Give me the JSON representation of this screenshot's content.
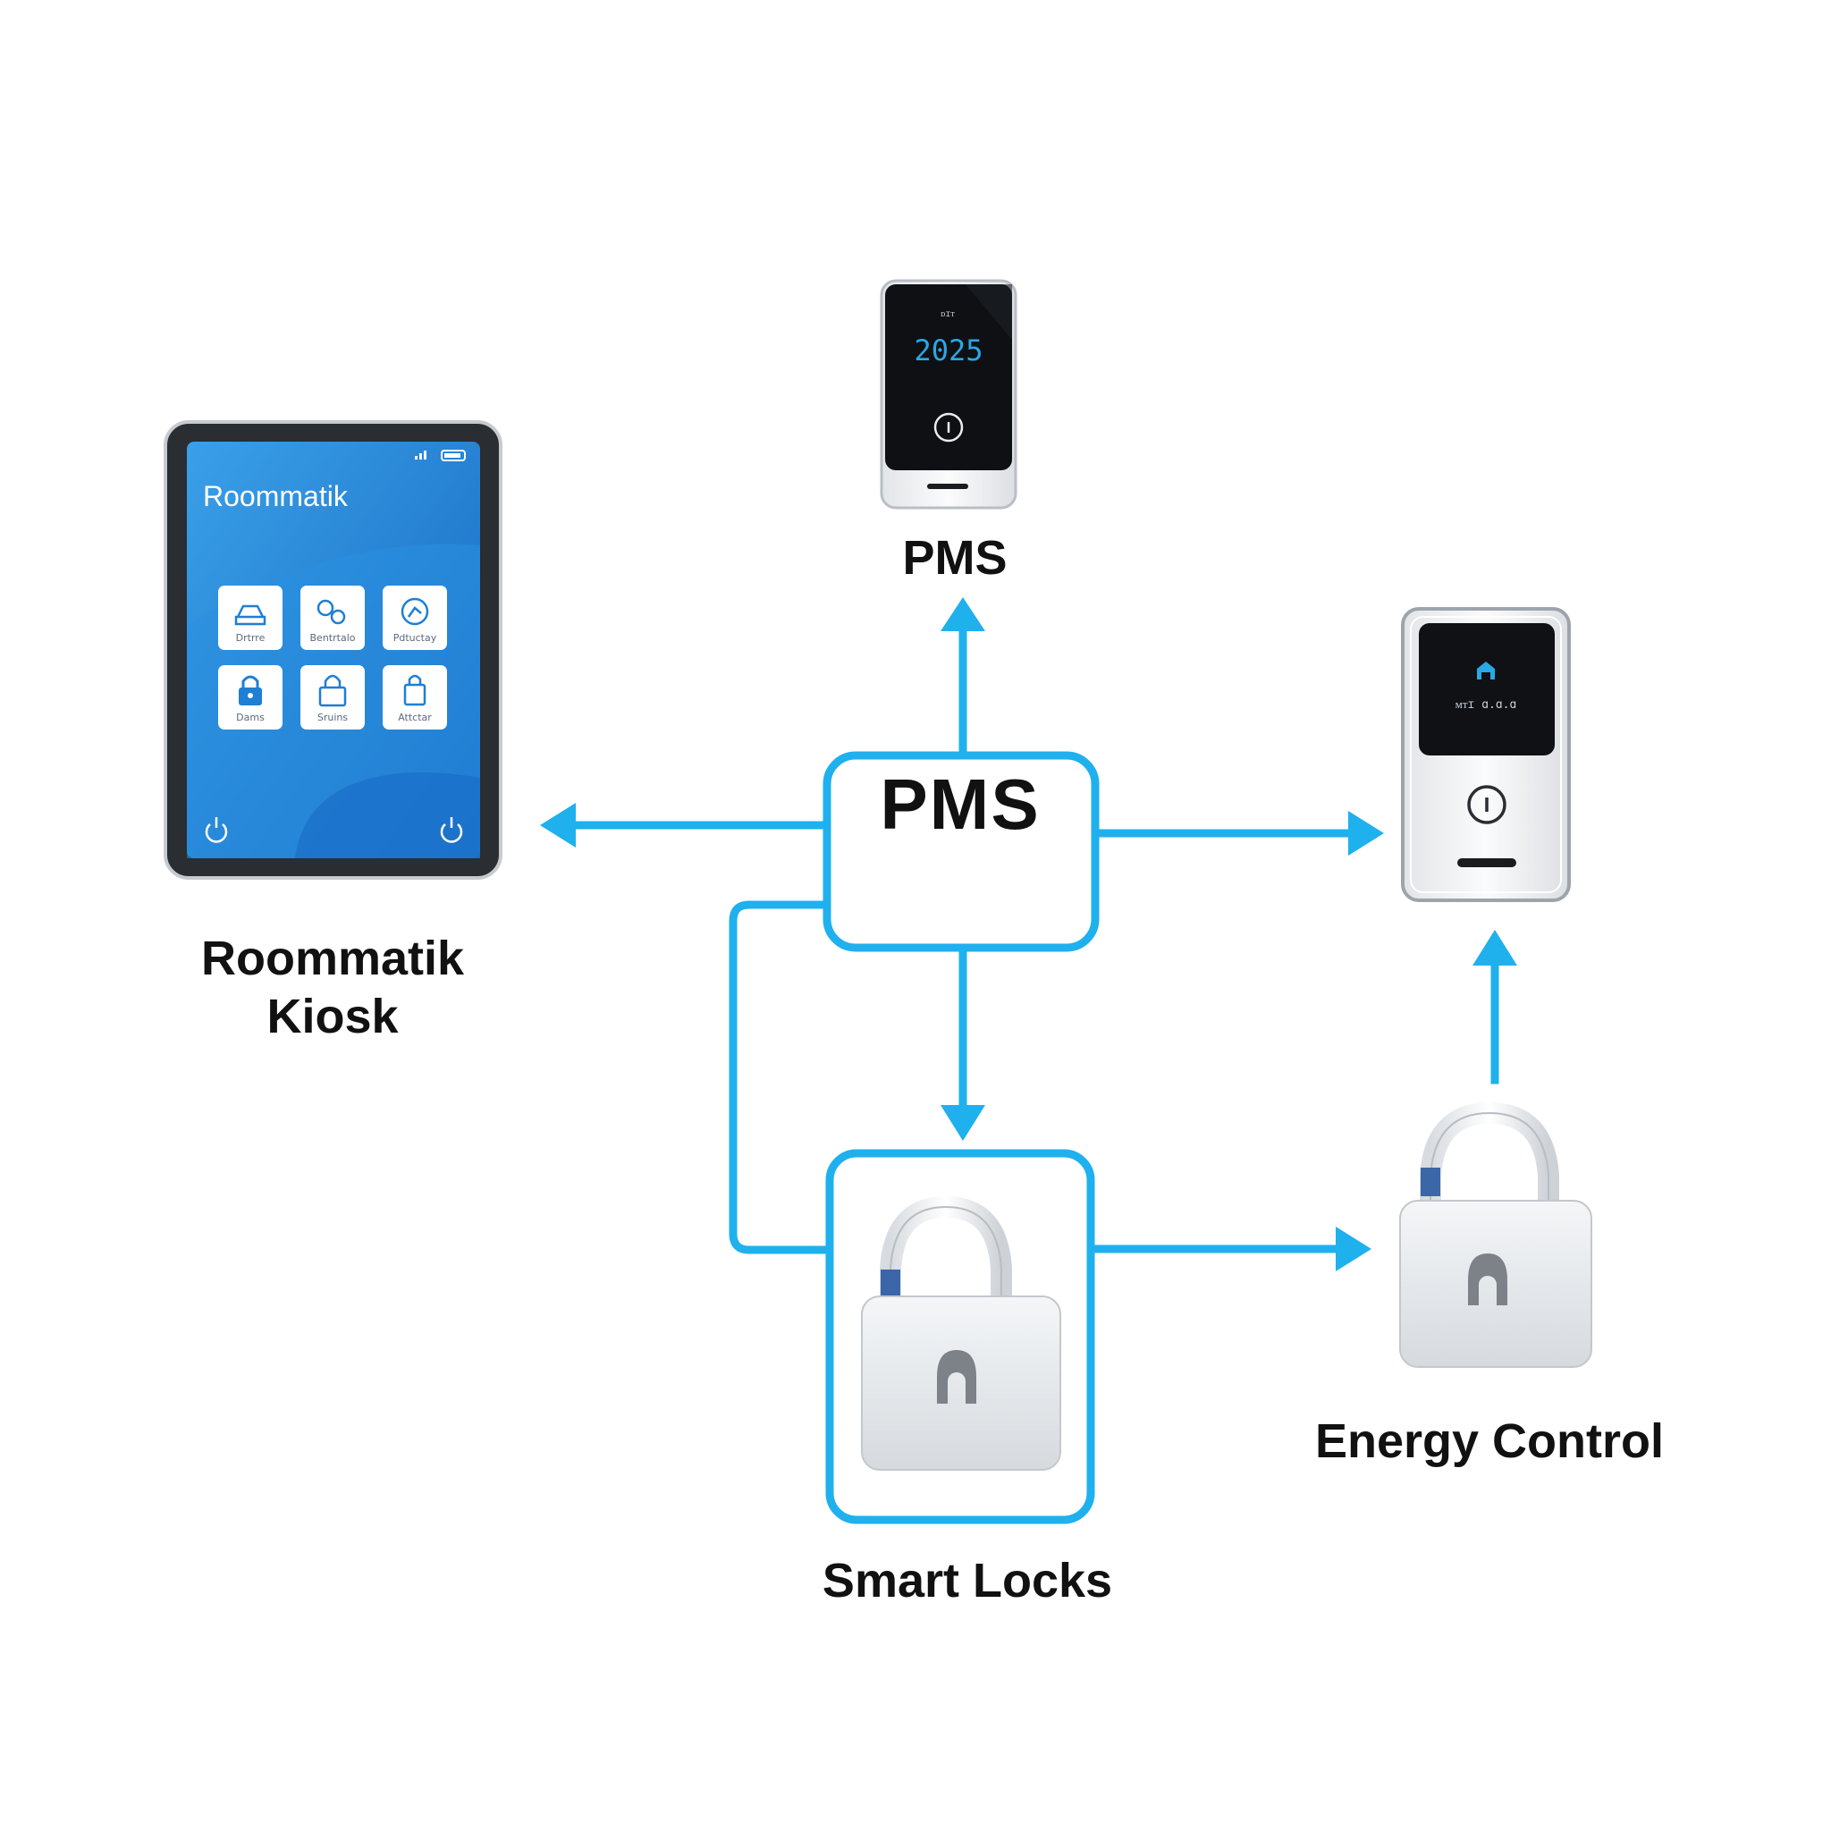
{
  "diagram": {
    "center_node": {
      "label": "PMS"
    },
    "nodes": [
      {
        "id": "kiosk",
        "label_line1": "Roommatik",
        "label_line2": "Kiosk"
      },
      {
        "id": "pms_device",
        "label": "PMS"
      },
      {
        "id": "smart_locks",
        "label": "Smart Locks"
      },
      {
        "id": "energy_control",
        "label": "Energy Control"
      }
    ]
  },
  "kiosk_screen": {
    "app_title": "Roommatik",
    "tiles": [
      {
        "caption": "Drtrre",
        "icon": "car-icon"
      },
      {
        "caption": "Bentrtalo",
        "icon": "settings-gears-icon"
      },
      {
        "caption": "Pdtuctay",
        "icon": "connection-icon"
      },
      {
        "caption": "Dams",
        "icon": "lock-heart-icon"
      },
      {
        "caption": "Sruins",
        "icon": "lock-icon"
      },
      {
        "caption": "Attctar",
        "icon": "bag-icon"
      }
    ]
  },
  "pms_device_screen": {
    "top_text": "ᴅɪᴛ",
    "year": "2025"
  },
  "reader_screen": {
    "code_text": "ᴍᴛɪ ɑ.ɑ.ɑ"
  },
  "colors": {
    "connector": "#1fb0ee",
    "tablet_screen": "#1e7fd4",
    "label_text": "#111111"
  }
}
